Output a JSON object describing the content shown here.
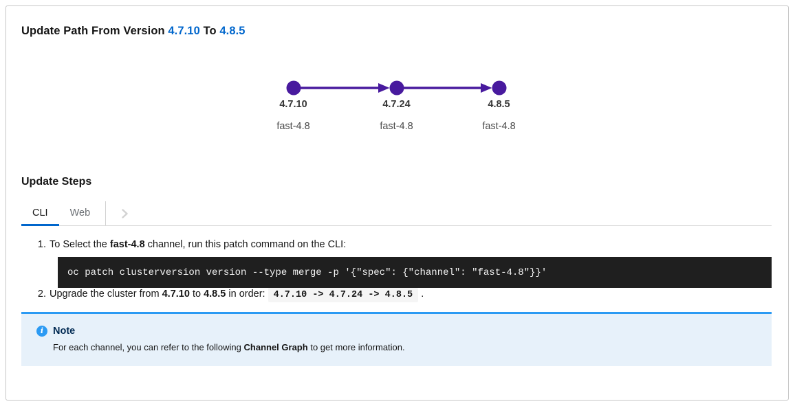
{
  "header": {
    "title_prefix": "Update Path From Version",
    "from_version": "4.7.10",
    "title_middle": "To",
    "to_version": "4.8.5"
  },
  "graph": {
    "nodes": [
      {
        "version": "4.7.10",
        "channel": "fast-4.8"
      },
      {
        "version": "4.7.24",
        "channel": "fast-4.8"
      },
      {
        "version": "4.8.5",
        "channel": "fast-4.8"
      }
    ]
  },
  "steps": {
    "heading": "Update Steps",
    "tabs": [
      {
        "label": "CLI"
      },
      {
        "label": "Web"
      }
    ],
    "step1": {
      "number": "1.",
      "text_pre": "To Select the",
      "channel_bold": "fast-4.8",
      "text_post": "channel, run this patch command on the CLI:"
    },
    "cli_command": "oc patch clusterversion version --type merge -p '{\"spec\": {\"channel\": \"fast-4.8\"}}'",
    "step2": {
      "number": "2.",
      "text_pre": "Upgrade the cluster from",
      "from_version": "4.7.10",
      "text_mid": "to",
      "to_version": "4.8.5",
      "text_post": "in order:",
      "order_code": "4.7.10 -> 4.7.24 -> 4.8.5",
      "suffix": "."
    }
  },
  "note": {
    "title": "Note",
    "text_pre": "For each channel, you can refer to the following",
    "bold": "Channel Graph",
    "text_post": "to get more information."
  },
  "colors": {
    "accent_blue": "#0066cc",
    "node_purple": "#481a9e",
    "alert_border": "#2b9af3",
    "alert_bg": "#e7f1fa",
    "code_bg": "#1f1f1f"
  }
}
